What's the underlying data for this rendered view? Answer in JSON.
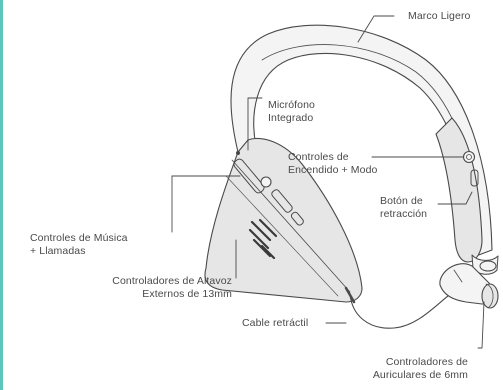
{
  "colors": {
    "accent": "#5cc7b8",
    "stroke": "#4a4a4a",
    "fill_light": "#f4f4f4",
    "fill_mid": "#e6e6e6",
    "fill_dark": "#3a3a3a"
  },
  "labels": {
    "marco_ligero": "Marco Ligero",
    "microfono": {
      "line1": "Micrófono",
      "line2": "Integrado"
    },
    "controles_encendido": {
      "line1": "Controles de",
      "line2": "Encendido + Modo"
    },
    "boton_retraccion": {
      "line1": "Botón de",
      "line2": "retracción"
    },
    "controles_musica": {
      "line1": "Controles de Música",
      "line2": "+ Llamadas"
    },
    "altavoz": {
      "line1": "Controladores de Altavoz",
      "line2": "Externos de 13mm"
    },
    "cable": "Cable retráctil",
    "auriculares": {
      "line1": "Controladores de",
      "line2": "Auriculares de 6mm"
    }
  }
}
